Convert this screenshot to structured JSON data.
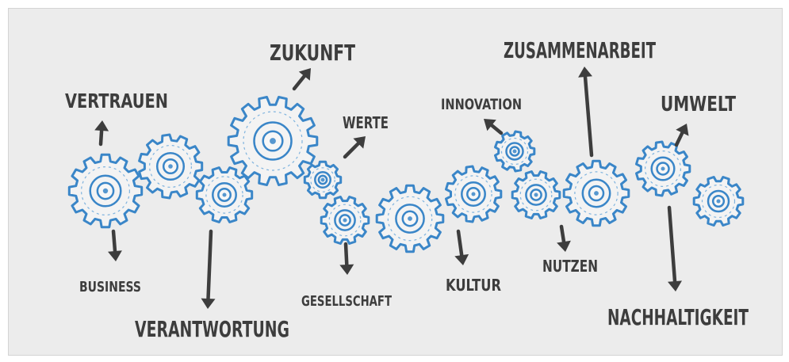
{
  "accent_color": "#3a86c8",
  "text_color": "#3d3d3d",
  "labels": {
    "vertrauen": "VERTRAUEN",
    "business": "BUSINESS",
    "verantwortung": "VERANTWORTUNG",
    "zukunft": "ZUKUNFT",
    "werte": "WERTE",
    "gesellschaft": "GESELLSCHAFT",
    "kultur": "KULTUR",
    "innovation": "INNOVATION",
    "nutzen": "NUTZEN",
    "zusammenarbeit": "ZUSAMMENARBEIT",
    "umwelt": "UMWELT",
    "nachhaltigkeit": "NACHHALTIGKEIT"
  },
  "gear_icon": "cog-wheel",
  "arrow_icon": "arrow"
}
